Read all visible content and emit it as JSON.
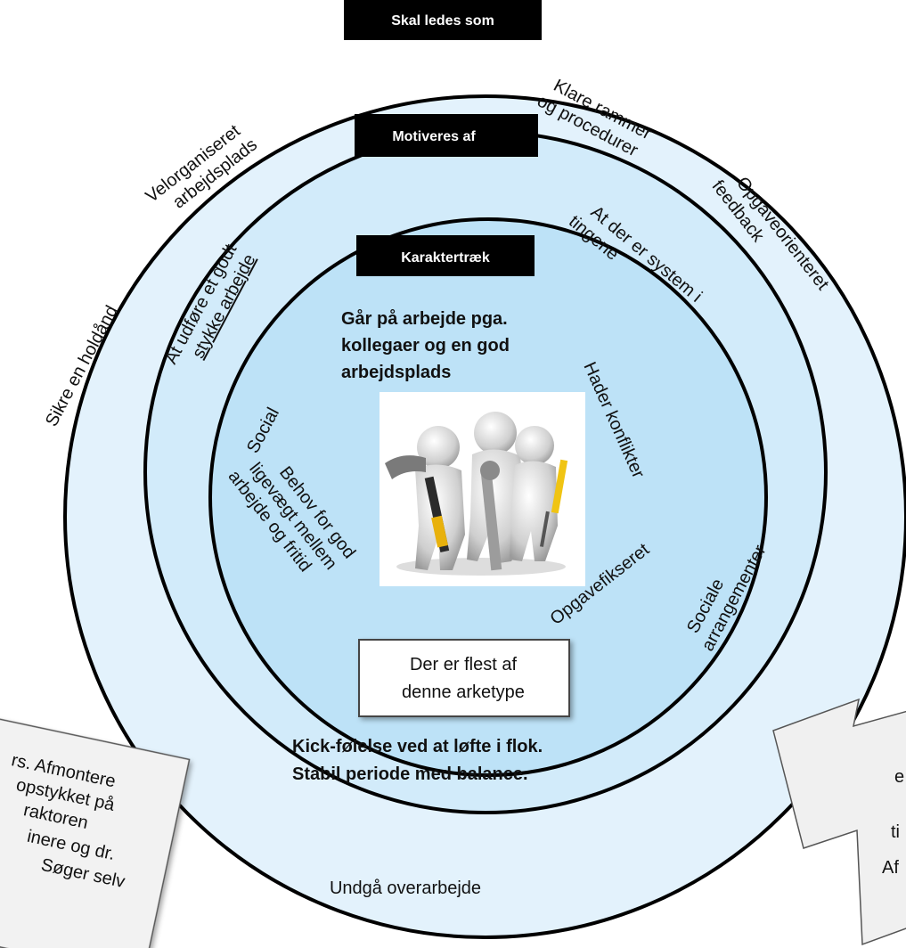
{
  "headers": {
    "outer": "Skal ledes som",
    "middle": "Motiveres af",
    "inner": "Karaktertræk"
  },
  "outer_ring": {
    "klare_rammer": [
      "Klare rammer",
      "og procedurer"
    ],
    "opgaveorienteret": [
      "Opgaveorienteret",
      "feedback"
    ],
    "velorganiseret": [
      "Velorganiseret",
      "arbejdsplads"
    ],
    "holdaand": "Sikre en holdånd",
    "sociale": [
      "Sociale",
      "arrangementer"
    ],
    "overarbejde": "Undgå overarbejde"
  },
  "middle_ring": {
    "system": [
      "At der er system i",
      "tingene"
    ],
    "udfoere": [
      "At udføre et godt",
      "stykke arbejde"
    ],
    "social": "Social",
    "behov": [
      "Behov for god",
      "ligevægt mellem",
      "arbejde og fritid"
    ],
    "hader": "Hader konflikter",
    "opgavefikseret": "Opgavefikseret"
  },
  "center": {
    "top_text": [
      "Går på arbejde pga.",
      "kollegaer og en god",
      "arbejdsplads"
    ],
    "callout": [
      "Der er flest af",
      "denne arketype"
    ],
    "bottom_text": [
      "Kick-følelse ved at løfte i flok.",
      "Stabil periode med balance."
    ],
    "image_subject": "three-figures-with-tools"
  },
  "side_notes": {
    "left": [
      "rs. Afmontere",
      "opstykket på",
      "raktoren",
      "inere og dr.",
      "Søger selv"
    ],
    "right": [
      "e",
      "ti",
      "Af"
    ]
  },
  "colors": {
    "outer_fill": "#e3f2fc",
    "middle_fill": "#d2ebfa",
    "inner_fill": "#bde2f7",
    "header_bg": "#000000",
    "stroke": "#000000"
  }
}
